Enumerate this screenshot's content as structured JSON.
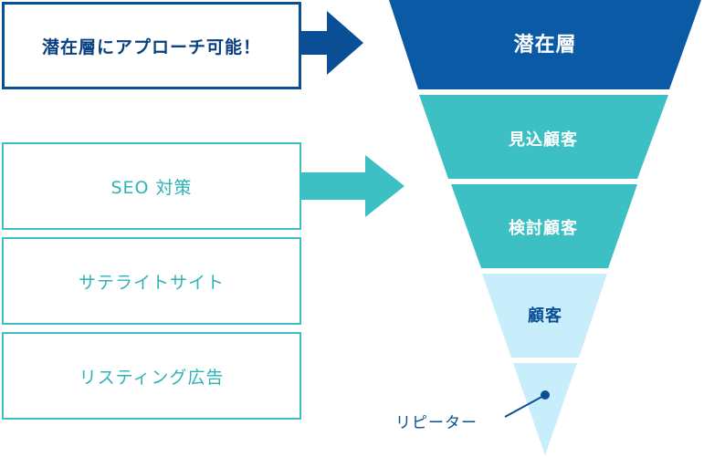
{
  "left_boxes": {
    "top": "潜在層にアプローチ可能！",
    "items": [
      "SEO 対策",
      "サテライトサイト",
      "リスティング広告"
    ]
  },
  "funnel": {
    "tiers": [
      {
        "label": "潜在層",
        "fill": "#0a5aa6",
        "text_color": "#ffffff"
      },
      {
        "label": "見込顧客",
        "fill": "#3cc0c3",
        "text_color": "#ffffff"
      },
      {
        "label": "検討顧客",
        "fill": "#3cc0c3",
        "text_color": "#ffffff"
      },
      {
        "label": "顧客",
        "fill": "#c9eefb",
        "text_color": "#0a4f96"
      },
      {
        "label": "",
        "fill": "#c9eefb",
        "text_color": "#0a4f96"
      }
    ],
    "callout": "リピーター"
  },
  "colors": {
    "navy": "#0a4f96",
    "teal": "#3cc0c3",
    "light_blue": "#c9eefb"
  }
}
